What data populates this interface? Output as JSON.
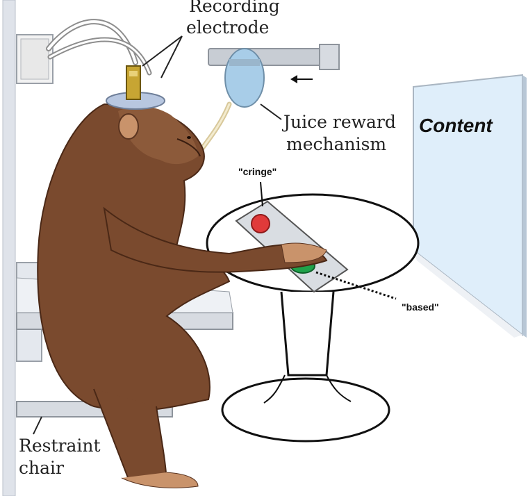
{
  "labels": {
    "recording_electrode": [
      "Recording",
      "electrode"
    ],
    "juice_reward": [
      "Juice reward",
      "mechanism"
    ],
    "restraint_chair": [
      "Restraint",
      "chair"
    ],
    "screen": "Content",
    "red_button": "\"cringe\"",
    "green_button": "\"based\""
  },
  "colors": {
    "fur": "#7a4a2e",
    "fur_dark": "#5a3420",
    "skin": "#c9936b",
    "screen": "#dfeefa",
    "red_button": "#e03a3a",
    "green_button": "#1fa24a",
    "juice_bottle": "#a8cde8"
  }
}
